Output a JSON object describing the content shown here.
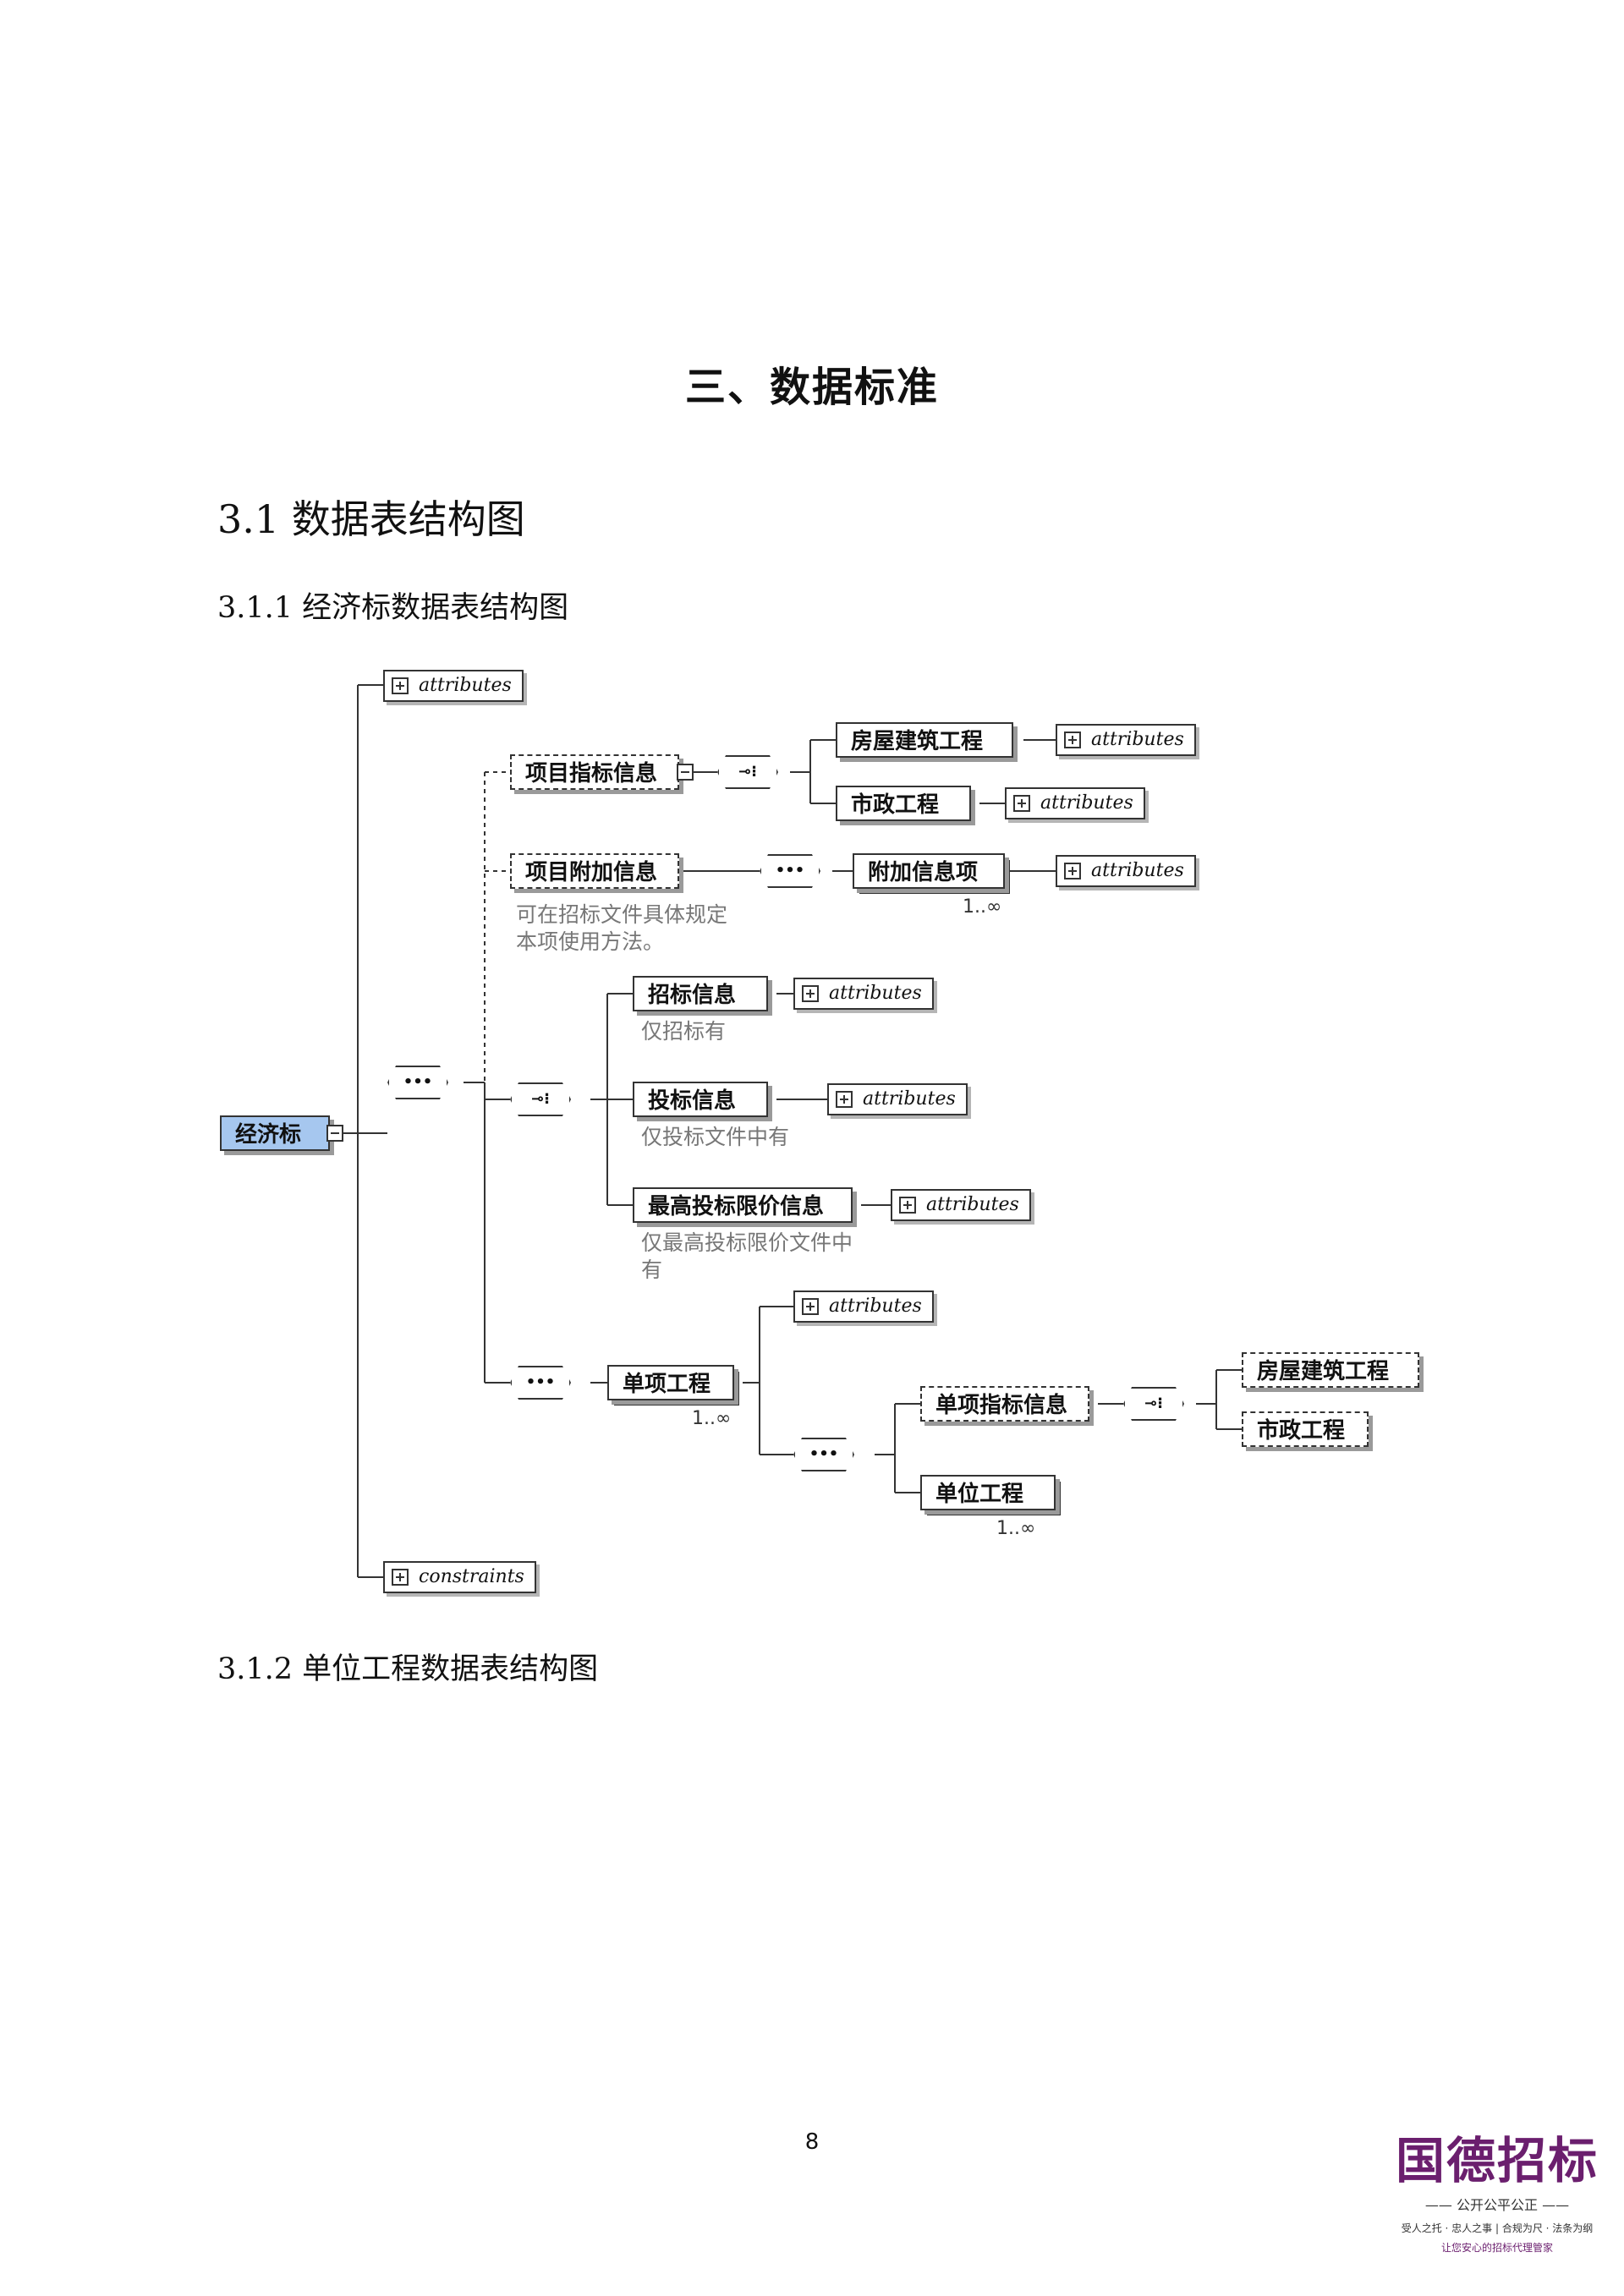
{
  "heading_main": "三、数据标准",
  "section": "3.1 数据表结构图",
  "subsection_1": "3.1.1 经济标数据表结构图",
  "subsection_2": "3.1.2 单位工程数据表结构图",
  "page_number": "8",
  "diagram": {
    "root": "经济标",
    "attributes_label": "attributes",
    "constraints_label": "constraints",
    "seq_symbol": "•••",
    "choice_symbol": "⊸⁝",
    "nodes": {
      "xiangmu_zhibiao": "项目指标信息",
      "fangwu": "房屋建筑工程",
      "shizheng": "市政工程",
      "xiangmu_fujia": "项目附加信息",
      "fujia_xinxi": "附加信息项",
      "zhaobiao": "招标信息",
      "toubiao": "投标信息",
      "zuigao": "最高投标限价信息",
      "danxiang": "单项工程",
      "danxiang_zhibiao": "单项指标信息",
      "fangwu2": "房屋建筑工程",
      "shizheng2": "市政工程",
      "danwei": "单位工程"
    },
    "notes": {
      "fujia": "可在招标文件具体规定\n本项使用方法。",
      "zhaobiao": "仅招标有",
      "toubiao": "仅投标文件中有",
      "zuigao": "仅最高投标限价文件中\n有"
    },
    "multiplicity": "1..∞"
  },
  "logo": {
    "name": "国德招标",
    "slogan": "—— 公开公平公正 ——",
    "motto": "受人之托 · 忠人之事 | 合规为尺 · 法条为纲",
    "motto2": "让您安心的招标代理管家"
  }
}
